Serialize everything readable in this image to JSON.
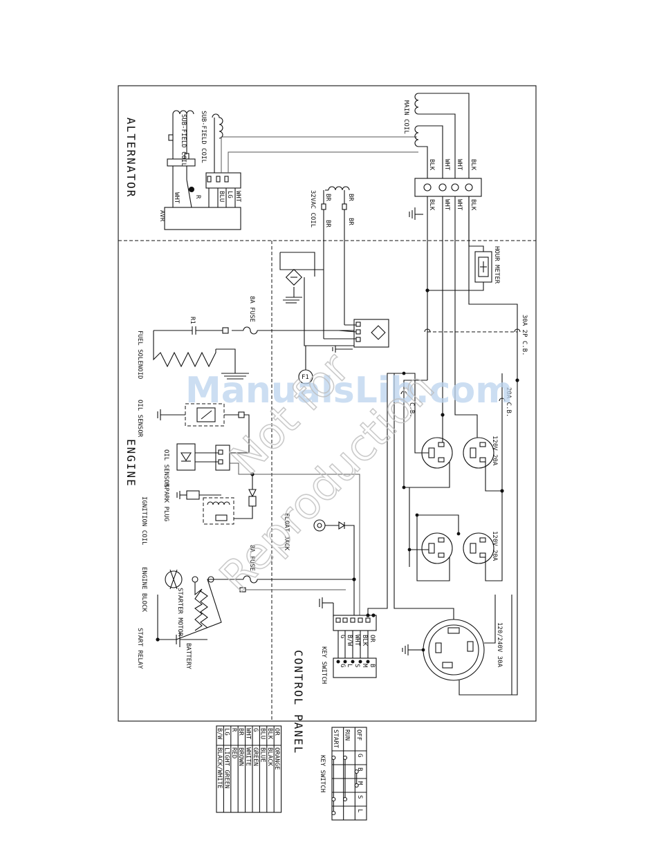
{
  "sections": {
    "alternator": "ALTERNATOR",
    "engine": "ENGINE",
    "control_panel": "CONTROL PANEL"
  },
  "components": {
    "sub_field_coil_a": "SUB-FIELD COIL",
    "sub_field_coil_b": "SUB-FIELD COIL",
    "avr": "AVR",
    "main_coil": "MAIN COIL",
    "coil_32vac": "32VAC COIL",
    "hour_meter": "HOUR METER",
    "fuse_top": "8A FUSE",
    "fuse_bottom": "8A FUSE",
    "fuel_solenoid": "FUEL SOLENOID",
    "oil_sensor_a": "OIL SENSOR",
    "oil_sensor_b": "OIL SENSOR",
    "spark_plug": "SPARK PLUG",
    "ignition_coil": "IGNITION COIL",
    "engine_block": "ENGINE BLOCK",
    "starter_motor": "STARTER MOTOR",
    "start_relay": "START RELAY",
    "battery": "BATTERY",
    "float_jack": "FLOAT JACK",
    "key_switch": "KEY SWITCH",
    "breaker_30a": "30A 2P C.B.",
    "breaker_20a_a": "20A C.B.",
    "breaker_20a_b": "C.B.",
    "outlet_120v_a": "120V 20A",
    "outlet_120v_b": "120V 20A",
    "outlet_240v": "120/240V 30A",
    "r1": "R1",
    "f1": "F1"
  },
  "wire_labels": {
    "wht1": "WHT",
    "r1": "R",
    "lg": "LG",
    "blu": "BLU",
    "wht2": "WHT",
    "blk_top": "BLK",
    "wht_top_a": "WHT",
    "wht_top_b": "WHT",
    "blk_top_b": "BLK",
    "blk_low": "BLK",
    "wht_low_a": "WHT",
    "wht_low_b": "WHT",
    "blk_low_b": "BLK",
    "br1": "BR",
    "br2": "BR",
    "br3": "BR",
    "br4": "BR",
    "ks_or": "OR",
    "ks_blk": "BLK",
    "ks_wht": "WHT",
    "ks_bw": "B/W",
    "ks_g": "G",
    "ks_b": "B",
    "ks_m": "M",
    "ks_s": "S",
    "ks_l": "L",
    "ks_g2": "G"
  },
  "color_legend": {
    "rows": [
      {
        "code": "OR",
        "name": "ORANGE"
      },
      {
        "code": "BLK",
        "name": "BLACK"
      },
      {
        "code": "BLU",
        "name": "BLUE"
      },
      {
        "code": "G",
        "name": "GREEN"
      },
      {
        "code": "WHT",
        "name": "WHITE"
      },
      {
        "code": "BR",
        "name": "BROWN"
      },
      {
        "code": "R",
        "name": "RED"
      },
      {
        "code": "LG",
        "name": "LIGHT GREEN"
      },
      {
        "code": "B/W",
        "name": "BLACK/WHITE"
      }
    ]
  },
  "key_switch_table": {
    "title": "KEY SWITCH",
    "columns": [
      "G",
      "B",
      "M",
      "S",
      "L"
    ],
    "rows": [
      "OFF",
      "RUN",
      "START"
    ]
  },
  "watermark": {
    "line1": "ManualsLib.com",
    "line2": "Not for",
    "line3": "Reproduction"
  }
}
